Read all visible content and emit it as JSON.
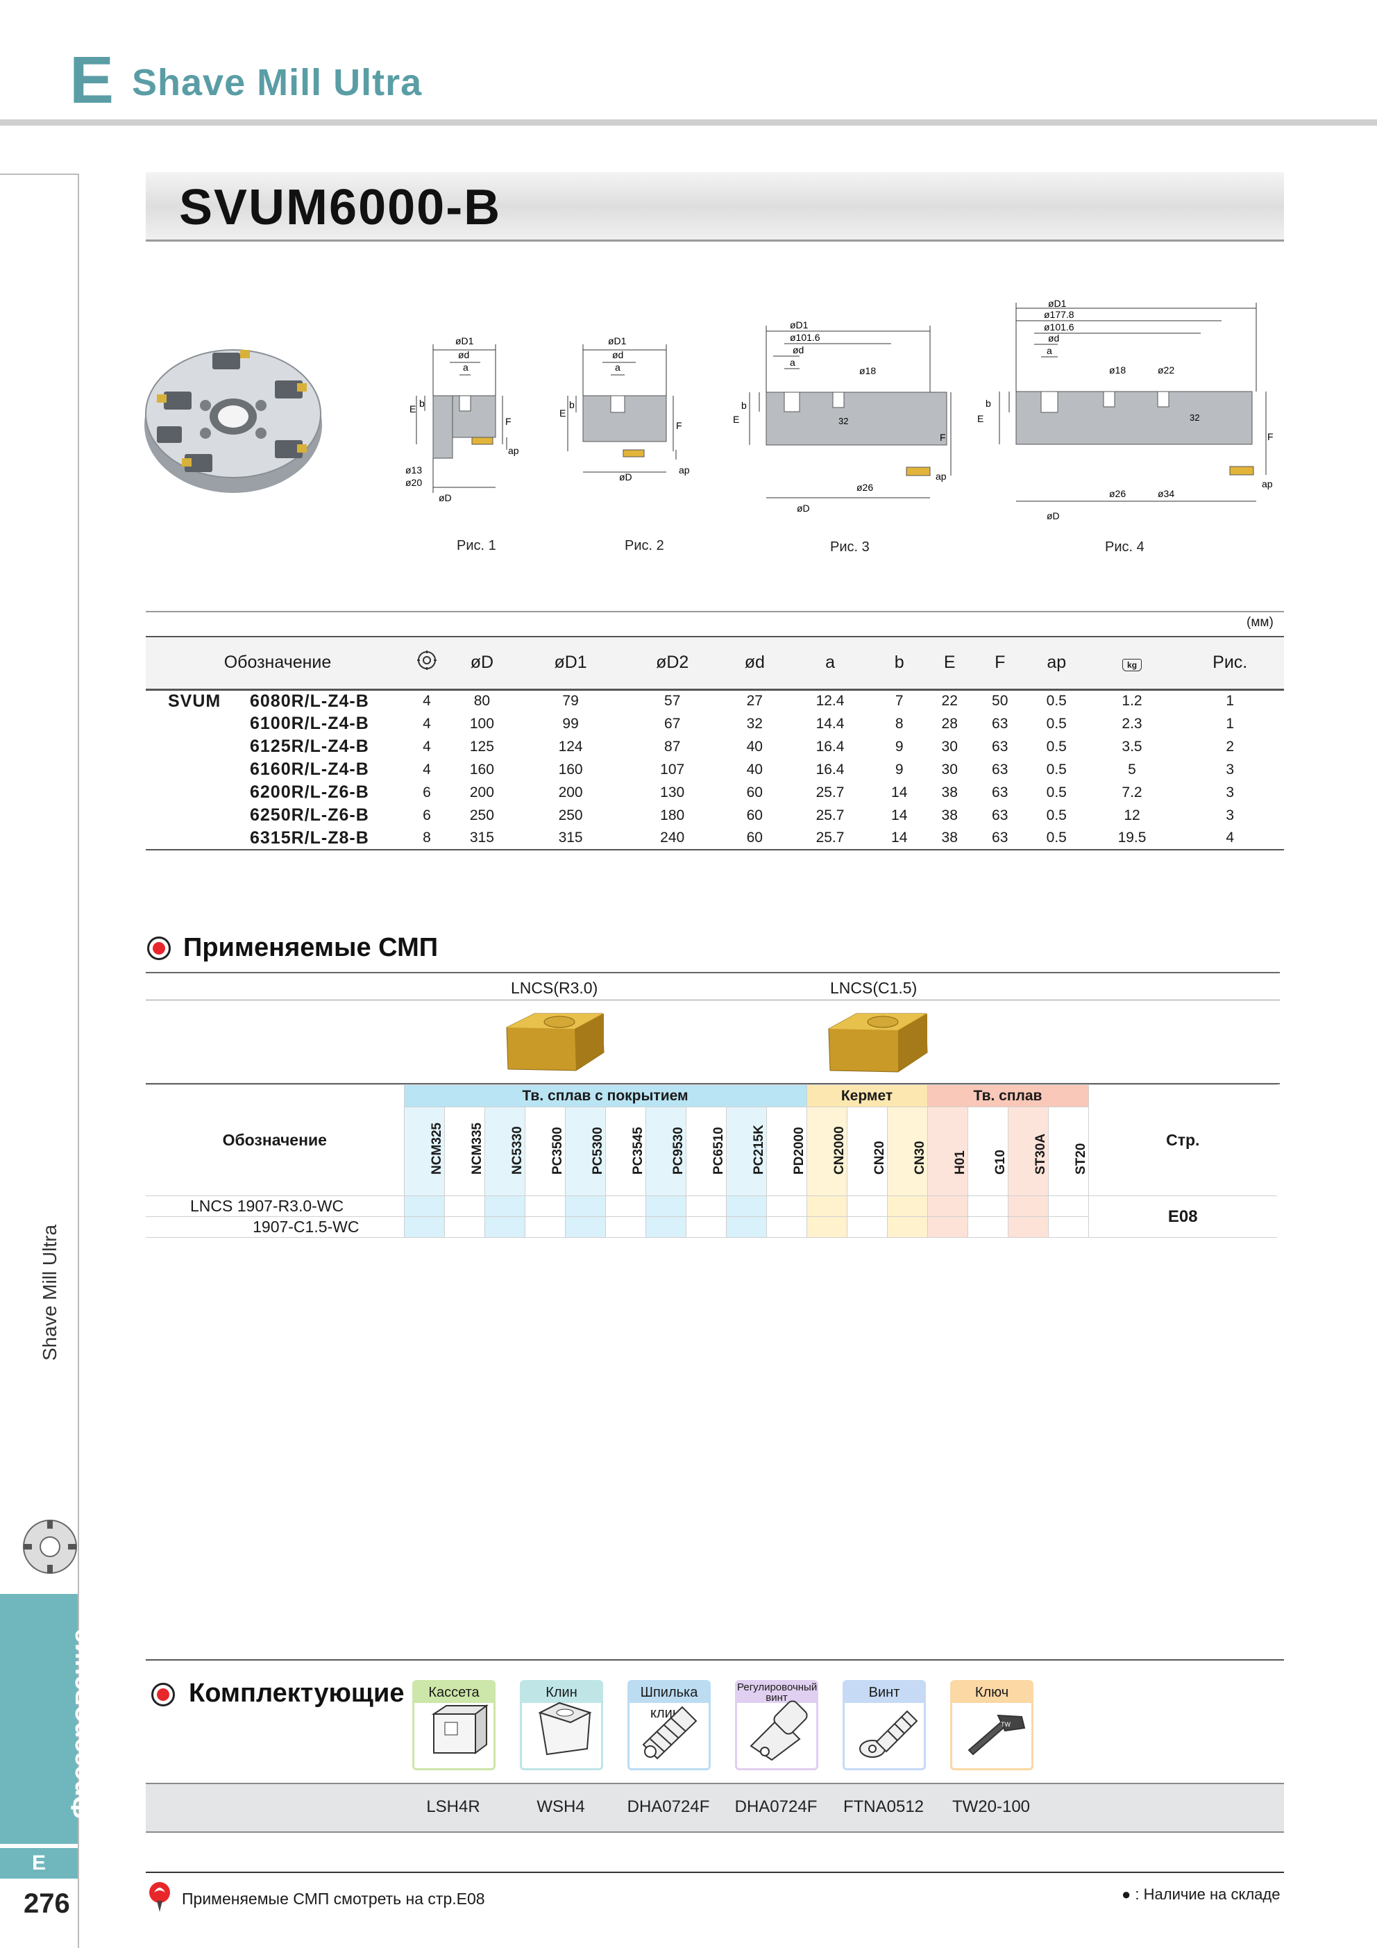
{
  "header": {
    "section_letter": "E",
    "section_title": "Shave Mill Ultra"
  },
  "banner": {
    "title": "SVUM6000-B"
  },
  "sidebar": {
    "vertical_label": "Shave Mill Ultra",
    "tab_label": "Фрезерование",
    "tab_letter": "E",
    "page_number": "276"
  },
  "figures": {
    "captions": [
      "Рис. 1",
      "Рис. 2",
      "Рис. 3",
      "Рис. 4"
    ],
    "fig1": {
      "d1": "øD1",
      "d": "ød",
      "a": "a",
      "b": "b",
      "e": "E",
      "f": "F",
      "ap": "ap",
      "d13": "ø13",
      "d20": "ø20",
      "dD": "øD"
    },
    "fig2": {
      "d1": "øD1",
      "d": "ød",
      "a": "a",
      "b": "b",
      "e": "E",
      "f": "F",
      "ap": "ap",
      "dD": "øD"
    },
    "fig3": {
      "d1": "øD1",
      "d1016": "ø101.6",
      "d": "ød",
      "a": "a",
      "d18": "ø18",
      "b": "b",
      "e": "E",
      "f": "F",
      "ap": "ap",
      "n32": "32",
      "d26": "ø26",
      "dD": "øD"
    },
    "fig4": {
      "d1": "øD1",
      "d1778": "ø177.8",
      "d1016": "ø101.6",
      "d": "ød",
      "a": "a",
      "d18": "ø18",
      "d22": "ø22",
      "b": "b",
      "e": "E",
      "f": "F",
      "ap": "ap",
      "n32": "32",
      "d26": "ø26",
      "d34": "ø34",
      "dD": "øD"
    }
  },
  "spec_table": {
    "unit": "(мм)",
    "headers": {
      "designation": "Обозначение",
      "D": "øD",
      "D1": "øD1",
      "D2": "øD2",
      "d": "ød",
      "a": "a",
      "b": "b",
      "E": "E",
      "F": "F",
      "ap": "ap",
      "kg": "kg",
      "fig": "Рис."
    },
    "series": "SVUM",
    "rows": [
      {
        "name": "6080R/L-Z4-B",
        "z": "4",
        "D": "80",
        "D1": "79",
        "D2": "57",
        "d": "27",
        "a": "12.4",
        "b": "7",
        "E": "22",
        "F": "50",
        "ap": "0.5",
        "kg": "1.2",
        "fig": "1"
      },
      {
        "name": "6100R/L-Z4-B",
        "z": "4",
        "D": "100",
        "D1": "99",
        "D2": "67",
        "d": "32",
        "a": "14.4",
        "b": "8",
        "E": "28",
        "F": "63",
        "ap": "0.5",
        "kg": "2.3",
        "fig": "1"
      },
      {
        "name": "6125R/L-Z4-B",
        "z": "4",
        "D": "125",
        "D1": "124",
        "D2": "87",
        "d": "40",
        "a": "16.4",
        "b": "9",
        "E": "30",
        "F": "63",
        "ap": "0.5",
        "kg": "3.5",
        "fig": "2"
      },
      {
        "name": "6160R/L-Z4-B",
        "z": "4",
        "D": "160",
        "D1": "160",
        "D2": "107",
        "d": "40",
        "a": "16.4",
        "b": "9",
        "E": "30",
        "F": "63",
        "ap": "0.5",
        "kg": "5",
        "fig": "3"
      },
      {
        "name": "6200R/L-Z6-B",
        "z": "6",
        "D": "200",
        "D1": "200",
        "D2": "130",
        "d": "60",
        "a": "25.7",
        "b": "14",
        "E": "38",
        "F": "63",
        "ap": "0.5",
        "kg": "7.2",
        "fig": "3"
      },
      {
        "name": "6250R/L-Z6-B",
        "z": "6",
        "D": "250",
        "D1": "250",
        "D2": "180",
        "d": "60",
        "a": "25.7",
        "b": "14",
        "E": "38",
        "F": "63",
        "ap": "0.5",
        "kg": "12",
        "fig": "3"
      },
      {
        "name": "6315R/L-Z8-B",
        "z": "8",
        "D": "315",
        "D1": "315",
        "D2": "240",
        "d": "60",
        "a": "25.7",
        "b": "14",
        "E": "38",
        "F": "63",
        "ap": "0.5",
        "kg": "19.5",
        "fig": "4"
      }
    ]
  },
  "inserts": {
    "heading": "Применяемые СМП",
    "types": [
      "LNCS(R3.0)",
      "LNCS(C1.5)"
    ],
    "group_coated": "Тв. сплав с покрытием",
    "group_cermet": "Кермет",
    "group_carbide": "Тв. сплав",
    "designation_label": "Обозначение",
    "page_label": "Стр.",
    "grades": [
      "NCM325",
      "NCM335",
      "NC5330",
      "PC3500",
      "PC5300",
      "PC3545",
      "PC9530",
      "PC6510",
      "PC215K",
      "PD2000",
      "CN2000",
      "CN20",
      "CN30",
      "H01",
      "G10",
      "ST30A",
      "ST20"
    ],
    "rows": [
      {
        "name": "LNCS 1907-R3.0-WC"
      },
      {
        "name": "1907-C1.5-WC"
      }
    ],
    "page": "E08"
  },
  "accessories": {
    "heading": "Комплектующие",
    "items": [
      {
        "label": "Кассета",
        "code": "LSH4R",
        "color": "#8dc63f",
        "bg": "#cde6a9"
      },
      {
        "label": "Клин",
        "code": "WSH4",
        "color": "#66c3c7",
        "bg": "#bfe5e7"
      },
      {
        "label": "Шпилька клина",
        "code": "DHA0724F",
        "color": "#58a8dc",
        "bg": "#bcdcf2"
      },
      {
        "label": "Регулировочный винт",
        "code": "DHA0724F",
        "color": "#b58ed3",
        "bg": "#e0cff0"
      },
      {
        "label": "Винт",
        "code": "FTNA0512",
        "color": "#6a9fe0",
        "bg": "#c6daf5"
      },
      {
        "label": "Ключ",
        "code": "TW20-100",
        "color": "#f2a33a",
        "bg": "#fbd8a4"
      }
    ]
  },
  "footer": {
    "note": "Применяемые СМП смотреть на стр.E08",
    "legend": "● : Наличие на складе"
  }
}
